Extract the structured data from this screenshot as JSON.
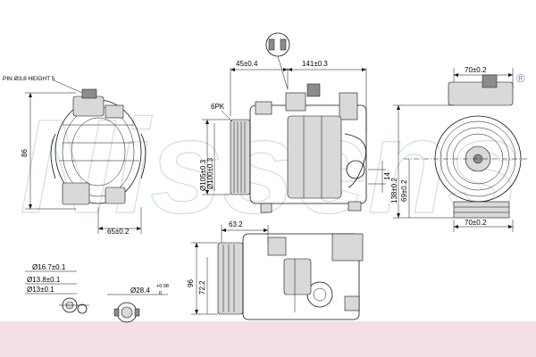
{
  "brand": {
    "watermark": "Nissens",
    "registered_mark": "®",
    "watermark_color": "#8fb3d9",
    "band_color": "#f4dfe4"
  },
  "dimensions": {
    "pin_note": "PIN Ø3,8 HEIGHT 5",
    "d86": "86",
    "d65": "65±0.2",
    "d45": "45±0.4",
    "d141": "141±0.3",
    "pulley": "6PK",
    "d105": "Ø105±0.3",
    "d100": "Ø100±0.3",
    "d14": "14",
    "d70_top": "70±0.2",
    "d138": "138±0.2",
    "d69": "69±0.2",
    "d70_bottom": "70±0.2",
    "d63": "63.2",
    "d96": "96",
    "d72": "72.2",
    "port1": "Ø16.7±0.1",
    "port2": "Ø13.8±0.1",
    "port3": "Ø13±0.1",
    "port4": "Ø28.4",
    "port4_tol_plus": "+0.08",
    "port4_tol_minus": "0"
  }
}
